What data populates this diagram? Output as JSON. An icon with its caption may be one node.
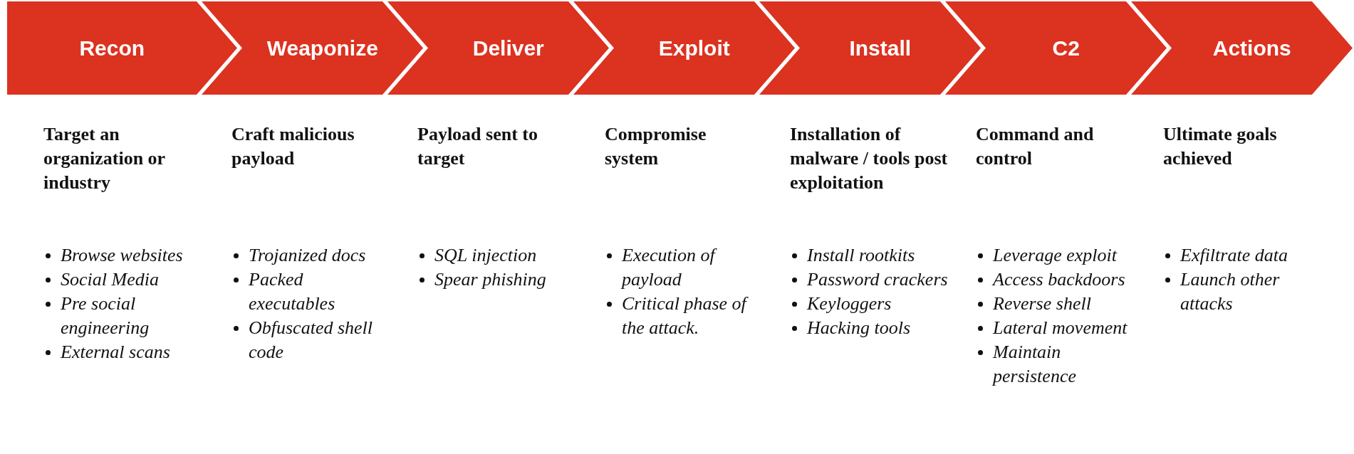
{
  "diagram": {
    "nodes": [
      {
        "text": [
          "Recon"
        ]
      },
      {
        "text": [
          "Weaponize"
        ]
      },
      {
        "text": [
          "Deliver"
        ]
      },
      {
        "text": [
          "Exploit"
        ]
      },
      {
        "text": [
          "Install"
        ]
      },
      {
        "text": [
          "C2"
        ]
      },
      {
        "text": [
          "Actions"
        ]
      }
    ],
    "labels": [
      "Target an organization or industry",
      "Browse websites",
      "Social Media",
      "Pre social engineering",
      "External scans",
      "Craft malicious payload",
      "Trojanized docs",
      "Packed executables",
      "Obfuscated shell code",
      "Payload sent to target",
      "SQL injection",
      "Spear phishing",
      "Compromise system",
      "Execution of payload",
      "Critical phase of the attack.",
      "Installation of malware / tools post exploitation",
      "Install rootkits",
      "Password crackers",
      "Keyloggers",
      "Hacking tools",
      "Command and control",
      "Leverage exploit",
      "Access backdoors",
      "Reverse shell",
      "Lateral movement",
      "Maintain persistence",
      "Ultimate goals achieved",
      "Exfiltrate data",
      "Launch other attacks"
    ]
  }
}
